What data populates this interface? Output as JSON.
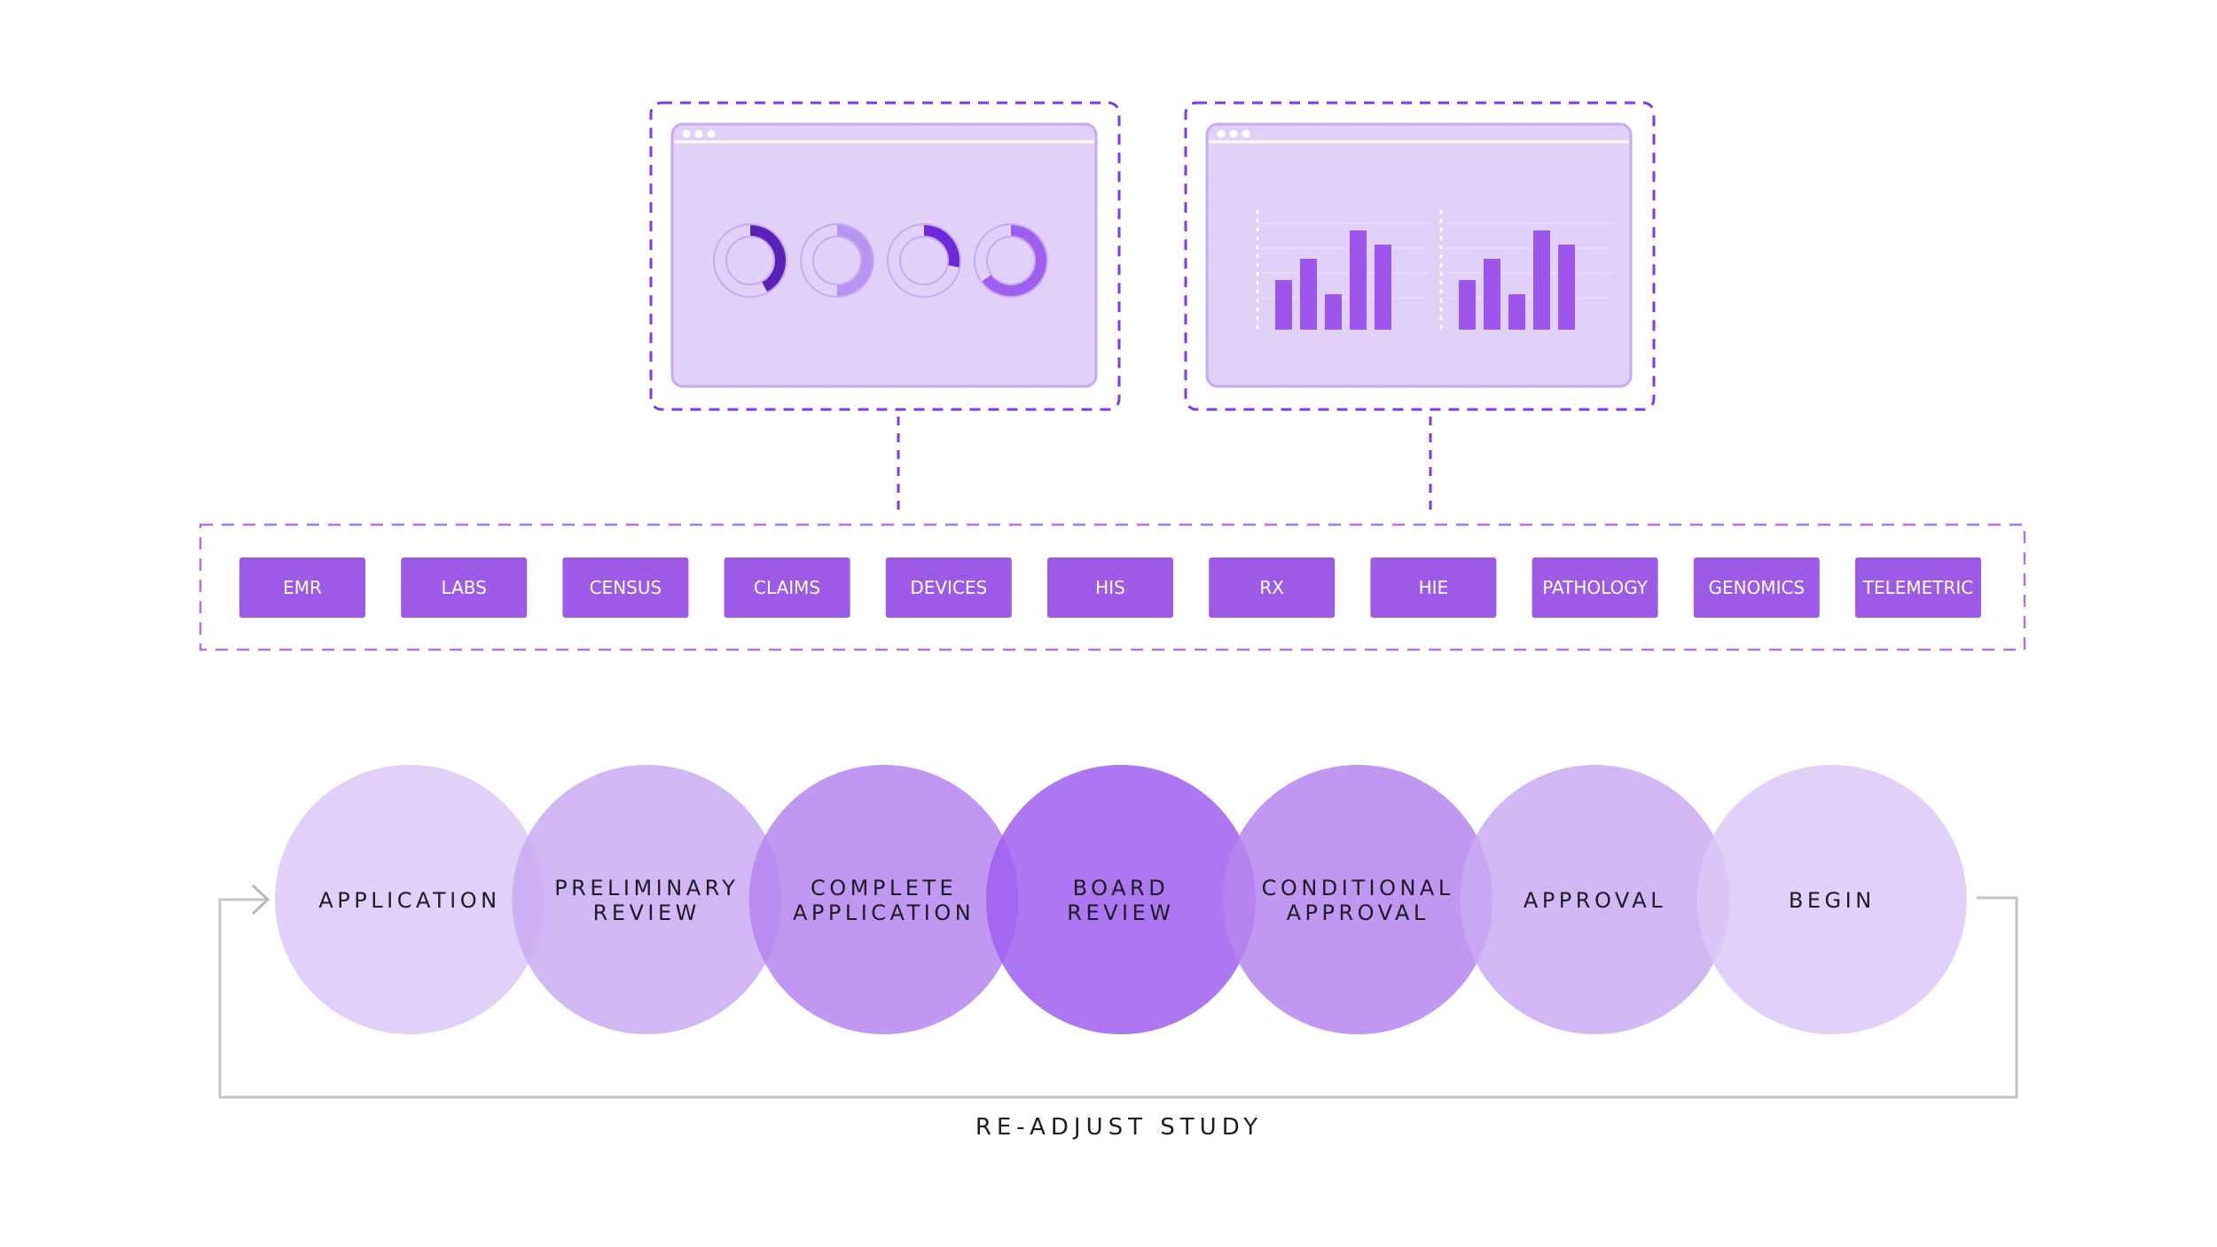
{
  "colors": {
    "accent": "#9747ff",
    "source_fill": "#9c5ae6",
    "panel_fill": "#e1d0f8",
    "panel_border": "#c8a9f2",
    "dash": "#7c3aed",
    "dash_light": "#b073e8",
    "bar": "#9d55ec",
    "loop_line": "#c4c4c4",
    "text_dark": "#1d1b26"
  },
  "dashboards": [
    {
      "kind": "donuts",
      "donuts": [
        {
          "value": 0.42,
          "color": "#5b21b6",
          "track": "#e1d0f8"
        },
        {
          "value": 0.5,
          "color": "#b794f0",
          "track": "#e1d0f8"
        },
        {
          "value": 0.28,
          "color": "#6d28d9",
          "track": "#e1d0f8"
        },
        {
          "value": 0.65,
          "color": "#9f5fee",
          "track": "#e1d0f8"
        }
      ]
    },
    {
      "kind": "bars",
      "groups": [
        {
          "values": [
            0.35,
            0.5,
            0.25,
            0.7,
            0.6
          ]
        },
        {
          "values": [
            0.35,
            0.5,
            0.25,
            0.7,
            0.6
          ]
        }
      ]
    }
  ],
  "sources": [
    "EMR",
    "LABS",
    "CENSUS",
    "CLAIMS",
    "DEVICES",
    "HIS",
    "RX",
    "HIE",
    "PATHOLOGY",
    "GENOMICS",
    "TELEMETRIC"
  ],
  "stages": [
    {
      "lines": [
        "APPLICATION"
      ],
      "fill": "#dcc8f6"
    },
    {
      "lines": [
        "PRELIMINARY",
        "REVIEW"
      ],
      "fill": "#caaaf3"
    },
    {
      "lines": [
        "COMPLETE",
        "APPLICATION"
      ],
      "fill": "#b585ef"
    },
    {
      "lines": [
        "BOARD",
        "REVIEW"
      ],
      "fill": "#9f5ff0"
    },
    {
      "lines": [
        "CONDITIONAL",
        "APPROVAL"
      ],
      "fill": "#b585ef"
    },
    {
      "lines": [
        "APPROVAL"
      ],
      "fill": "#caaaf3"
    },
    {
      "lines": [
        "BEGIN"
      ],
      "fill": "#dcc8f6"
    }
  ],
  "loop": {
    "label": "RE-ADJUST STUDY"
  }
}
